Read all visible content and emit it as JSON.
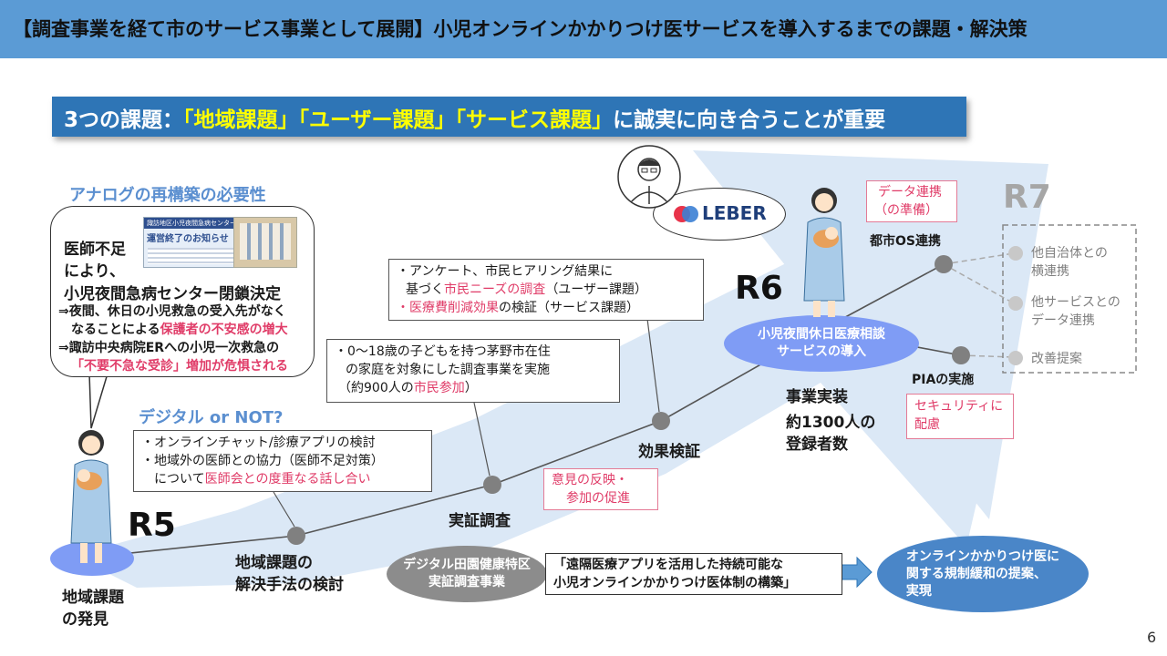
{
  "header": {
    "title": "【調査事業を経て市のサービス事業として展開】小児オンラインかかりつけ医サービスを導入するまでの課題・解決策"
  },
  "banner": {
    "prefix": "3つの課題：",
    "highlight": "「地域課題」「ユーザー課題」「サービス課題」",
    "suffix": "に誠実に向き合うことが重要"
  },
  "analog": {
    "heading": "アナログの再構築の必要性",
    "notice_title": "運営終了のお知らせ",
    "notice_sub": "諏訪地区小児夜間急病センター",
    "reason1": "医師不足",
    "reason2": "により、",
    "closure": "小児夜間急病センター閉鎖決定",
    "point1a": "⇒夜間、休日の小児救急の受入先がなく",
    "point1b": "なることによる",
    "point1_pink": "保護者の不安感の増大",
    "point2a": "⇒諏訪中央病院ERへの小児一次救急の",
    "point2_pink": "「不要不急な受診」増加が危惧される"
  },
  "digital": {
    "heading": "デジタル or NOT?",
    "line1": "・オンラインチャット/診療アプリの検討",
    "line2": "・地域外の医師との協力（医師不足対策）",
    "line3a": "について",
    "line3_pink": "医師会との度重なる話し合い"
  },
  "survey": {
    "line1": "・0～18歳の子どもを持つ茅野市在住",
    "line2": "の家庭を対象にした調査事業を実施",
    "line3a": "（約900人の",
    "line3_pink": "市民参加",
    "line3b": "）"
  },
  "questionnaire": {
    "line1": "・アンケート、市民ヒアリング結果に",
    "line2a": "基づく",
    "line2_pink": "市民ニーズの調査",
    "line2b": "（ユーザー課題）",
    "line3_pink": "・医療費削減効果",
    "line3b": "の検証（サービス課題）"
  },
  "stages": {
    "discovery": "地域課題の発見",
    "discovery_l1": "地域課題",
    "discovery_l2": "の発見",
    "method_l1": "地域課題の",
    "method_l2": "解決手法の検討",
    "survey": "実証調査",
    "effect": "効果検証",
    "impl": "事業実装",
    "registrants_l1": "約1300人の",
    "registrants_l2": "登録者数"
  },
  "years": {
    "r5": "R5",
    "r6": "R6",
    "r7": "R7"
  },
  "feedback": {
    "line1": "意見の反映・",
    "line2": "参加の促進"
  },
  "digital_project": {
    "line1": "デジタル田園健康特区",
    "line2": "実証調査事業"
  },
  "quote": {
    "line1": "「遠隔医療アプリを活用した持続可能な",
    "line2": "小児オンラインかかりつけ医体制の構築」"
  },
  "deregulation": {
    "line1": "オンラインかかりつけ医に",
    "line2": "関する規制緩和の提案、",
    "line3": "実現"
  },
  "service_intro": {
    "line1": "小児夜間休日医療相談",
    "line2": "サービスの導入"
  },
  "leber": {
    "name": "LEBER"
  },
  "data_link": {
    "line1": "データ連携",
    "line2": "（の準備）"
  },
  "city_os": "都市OS連携",
  "pia": "PIAの実施",
  "security": {
    "line1": "セキュリティに",
    "line2": "配慮"
  },
  "future": {
    "item1_l1": "他自治体との",
    "item1_l2": "横連携",
    "item2_l1": "他サービスとの",
    "item2_l2": "データ連携",
    "item3": "改善提案"
  },
  "page_number": "6",
  "colors": {
    "header": "#5b9bd5",
    "banner": "#2e75b6",
    "accent_pink": "#e03c68",
    "node": "#808080",
    "ellipse_light": "#7f9cf5",
    "ellipse_dark": "#8c8c8c",
    "ellipse_blue": "#4a86c8"
  }
}
